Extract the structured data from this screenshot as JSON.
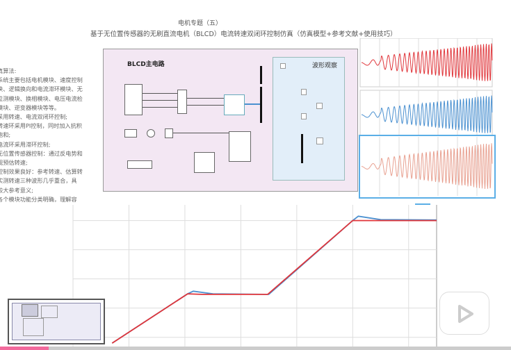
{
  "header": {
    "subtitle": "电机专题（五）",
    "title": "基于无位置传感器的无刷直流电机（BLCD）电流转速双闭环控制仿真（仿真模型+参考文献+使用技巧）"
  },
  "left_text": [
    "真算法:",
    "系统主要包括电机模块、速度控制",
    "块、逻辑换向和电流滞环模块、无",
    "位测模块、换相模块、电压电流检",
    "模块、逆变器模块等等。",
    "采用转速、电流双闭环控制;",
    "转速环采用PI控制，同时加入抗积",
    "饱和;",
    "电流环采用滞环控制;",
    "无位置传感器控制：通过反电势和",
    "观预估转速;",
    "控制效果良好：参考转速、估算转",
    "实测转速三种波形几乎重合，具",
    "较大参考意义;",
    "各个模块功能分类明确，理解容"
  ],
  "diagram": {
    "main_label": "BLCD主电路",
    "scope_label": "波形观察"
  },
  "colors": {
    "red": "#e0353a",
    "blue": "#4a90d0",
    "accent": "#5aaee6",
    "progress": "#f26a9c"
  },
  "player": {
    "progress_percent": 9.5
  },
  "chart_data": {
    "type": "line",
    "title": "",
    "xlabel": "",
    "ylabel": "",
    "xlim": [
      0,
      6.5
    ],
    "ylim": [
      -0.15,
      4.3
    ],
    "grid": true,
    "series": [
      {
        "name": "red",
        "x": [
          0.7,
          2.05,
          2.3,
          3.48,
          5.0,
          5.2,
          6.5
        ],
        "y": [
          -0.2,
          1.49,
          1.47,
          1.47,
          4.0,
          4.0,
          4.0
        ]
      },
      {
        "name": "blue",
        "x": [
          0.7,
          2.05,
          2.15,
          2.5,
          3.5,
          5.0,
          5.1,
          5.5,
          6.5
        ],
        "y": [
          -0.2,
          1.49,
          1.58,
          1.49,
          1.47,
          4.0,
          4.15,
          4.03,
          4.02
        ]
      }
    ]
  }
}
